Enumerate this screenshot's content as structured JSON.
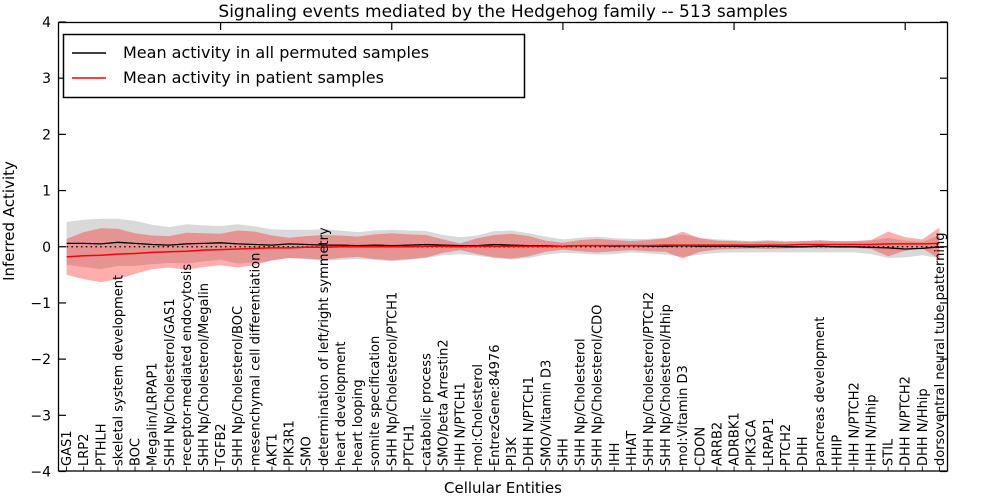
{
  "title": "Signaling events mediated by the Hedgehog family -- 513 samples",
  "legend": {
    "position": "upper left",
    "entries": [
      {
        "label": "Mean activity in all permuted samples",
        "color": "#000000"
      },
      {
        "label": "Mean activity in patient samples",
        "color": "#ff0000"
      }
    ]
  },
  "axes": {
    "xlabel": "Cellular Entities",
    "ylabel": "Inferred Activity",
    "ylim": [
      -4,
      4
    ],
    "ytick_values": [
      4,
      3,
      2,
      1,
      0,
      -1,
      -2,
      -3,
      -4
    ],
    "ytick_labels": [
      "4",
      "3",
      "2",
      "1",
      "0",
      "−1",
      "−2",
      "−3",
      "−4"
    ],
    "grid": false
  },
  "chart_data": {
    "type": "line",
    "title": "Signaling events mediated by the Hedgehog family -- 513 samples",
    "xlabel": "Cellular Entities",
    "ylabel": "Inferred Activity",
    "ylim": [
      -4,
      4
    ],
    "grid": false,
    "legend_position": "upper left",
    "categories": [
      "GAS1",
      "LRP2",
      "PTHLH",
      "skeletal system development",
      "BOC",
      "Megalin/LRPAP1",
      "SHH Np/Cholesterol/GAS1",
      "receptor-mediated endocytosis",
      "SHH Np/Cholesterol/Megalin",
      "TGFB2",
      "SHH Np/Cholesterol/BOC",
      "mesenchymal cell differentiation",
      "AKT1",
      "PIK3R1",
      "SMO",
      "determination of left/right symmetry",
      "heart development",
      "heart looping",
      "somite specification",
      "SHH Np/Cholesterol/PTCH1",
      "PTCH1",
      "catabolic process",
      "SMO/beta Arrestin2",
      "IHH N/PTCH1",
      "mol:Cholesterol",
      "EntrezGene:84976",
      "PI3K",
      "DHH N/PTCH1",
      "SMO/Vitamin D3",
      "SHH",
      "SHH Np/Cholesterol",
      "SHH Np/Cholesterol/CDO",
      "IHH",
      "HHAT",
      "SHH Np/Cholesterol/PTCH2",
      "SHH Np/Cholesterol/Hhip",
      "mol:Vitamin D3",
      "CDON",
      "ARRB2",
      "ADRBK1",
      "PIK3CA",
      "LRPAP1",
      "PTCH2",
      "DHH",
      "pancreas development",
      "HHIP",
      "IHH N/PTCH2",
      "IHH N/Hhip",
      "STIL",
      "DHH N/PTCH2",
      "DHH N/Hhip",
      "dorsoventral neural tube patterning"
    ],
    "series": [
      {
        "name": "Mean activity in all permuted samples",
        "color": "#000000",
        "style": "solid",
        "values": [
          0.06,
          0.06,
          0.05,
          0.08,
          0.06,
          0.04,
          0.03,
          0.05,
          0.06,
          0.07,
          0.05,
          0.04,
          0.03,
          0.05,
          0.04,
          0.03,
          0.03,
          0.02,
          0.03,
          0.02,
          0.03,
          0.04,
          0.03,
          0.02,
          0.02,
          0.04,
          0.03,
          0.02,
          0.02,
          0.01,
          0.02,
          0.02,
          0.01,
          0.02,
          0.01,
          0.01,
          0.02,
          0.01,
          0.01,
          0.01,
          0.0,
          0.01,
          0.0,
          0.0,
          0.01,
          0.0,
          0.0,
          -0.01,
          -0.02,
          -0.04,
          -0.03,
          0.0
        ]
      },
      {
        "name": "Mean activity in patient samples",
        "color": "#ff0000",
        "style": "solid",
        "values": [
          -0.18,
          -0.16,
          -0.15,
          -0.13,
          -0.12,
          -0.1,
          -0.09,
          -0.08,
          -0.06,
          -0.05,
          -0.04,
          -0.03,
          -0.02,
          -0.02,
          -0.01,
          -0.01,
          0.0,
          0.0,
          0.0,
          0.0,
          0.0,
          0.01,
          0.01,
          0.0,
          0.01,
          0.01,
          0.01,
          0.01,
          0.01,
          0.01,
          0.02,
          0.02,
          0.02,
          0.02,
          0.02,
          0.03,
          0.03,
          0.03,
          0.03,
          0.03,
          0.03,
          0.03,
          0.03,
          0.04,
          0.04,
          0.04,
          0.04,
          0.04,
          0.05,
          0.05,
          0.05,
          0.06
        ]
      }
    ],
    "reference_line": {
      "value": 0,
      "style": "dotted",
      "color": "#000000"
    },
    "bands": [
      {
        "name": "permuted samples std band",
        "series_index": 0,
        "color": "#808080",
        "opacity": 0.3,
        "half_widths": [
          0.38,
          0.42,
          0.45,
          0.42,
          0.4,
          0.35,
          0.32,
          0.35,
          0.32,
          0.3,
          0.35,
          0.32,
          0.28,
          0.25,
          0.26,
          0.28,
          0.26,
          0.24,
          0.26,
          0.28,
          0.26,
          0.24,
          0.18,
          0.15,
          0.18,
          0.24,
          0.26,
          0.22,
          0.16,
          0.12,
          0.14,
          0.16,
          0.14,
          0.12,
          0.13,
          0.15,
          0.2,
          0.15,
          0.12,
          0.11,
          0.1,
          0.11,
          0.1,
          0.1,
          0.11,
          0.1,
          0.1,
          0.12,
          0.18,
          0.15,
          0.12,
          0.2
        ]
      },
      {
        "name": "patient samples std band",
        "series_index": 1,
        "color": "#ff0000",
        "opacity": 0.32,
        "half_widths": [
          0.32,
          0.42,
          0.48,
          0.45,
          0.36,
          0.3,
          0.28,
          0.33,
          0.3,
          0.28,
          0.33,
          0.3,
          0.22,
          0.18,
          0.2,
          0.22,
          0.2,
          0.18,
          0.22,
          0.24,
          0.22,
          0.2,
          0.12,
          0.06,
          0.14,
          0.2,
          0.22,
          0.18,
          0.1,
          0.06,
          0.1,
          0.12,
          0.1,
          0.08,
          0.1,
          0.12,
          0.24,
          0.12,
          0.08,
          0.07,
          0.06,
          0.07,
          0.06,
          0.06,
          0.07,
          0.06,
          0.06,
          0.08,
          0.22,
          0.12,
          0.08,
          0.28
        ]
      }
    ]
  }
}
